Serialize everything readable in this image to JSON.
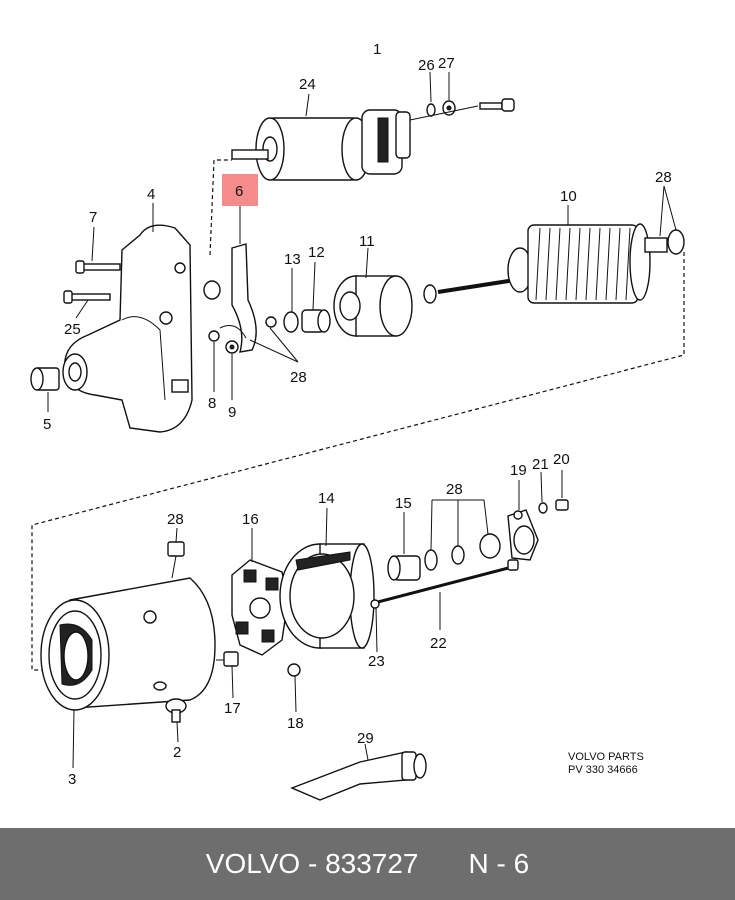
{
  "callouts": {
    "c1": "1",
    "c2": "2",
    "c3": "3",
    "c4": "4",
    "c5": "5",
    "c6": "6",
    "c7": "7",
    "c8": "8",
    "c9": "9",
    "c10": "10",
    "c11": "11",
    "c12": "12",
    "c13": "13",
    "c14": "14",
    "c15": "15",
    "c16": "16",
    "c17": "17",
    "c18": "18",
    "c19": "19",
    "c20": "20",
    "c21": "21",
    "c22": "22",
    "c23": "23",
    "c24": "24",
    "c25": "25",
    "c26": "26",
    "c27": "27",
    "c28a": "28",
    "c28b": "28",
    "c28c": "28",
    "c28d": "28",
    "c29": "29"
  },
  "highlighted_callout": "6",
  "reference": {
    "line1": "VOLVO  PARTS",
    "line2": "PV 330  34666"
  },
  "footer": {
    "part_brand": "VOLVO - 833727",
    "position": "N - 6"
  },
  "colors": {
    "highlight": "#f48c8c",
    "footer_bg": "#6e6e6e",
    "footer_text": "#ffffff"
  }
}
